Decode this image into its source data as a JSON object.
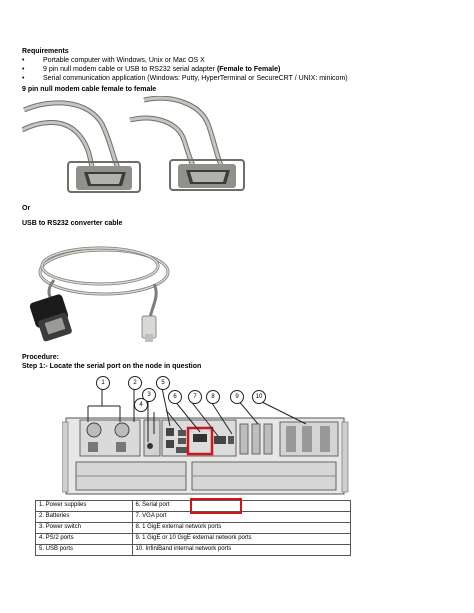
{
  "requirements": {
    "heading": "Requirements",
    "items": [
      {
        "bullet": "•",
        "text": "Portable computer with Windows, Unix or Mac OS X",
        "bold": ""
      },
      {
        "bullet": "•",
        "text": "9 pin null modem cable or USB to RS232 serial adapter ",
        "bold": "(Female to Female)"
      },
      {
        "bullet": "•",
        "text": "Serial communication application (Windows: Putty, HyperTerminal or SecureCRT / UNIX: minicom)",
        "bold": ""
      }
    ]
  },
  "cable_section": {
    "heading": "9 pin null modem cable female to female"
  },
  "or_label": "Or",
  "usb_section": {
    "heading": "USB to RS232 converter cable"
  },
  "procedure": {
    "heading": "Procedure:",
    "step1": "Step 1:- Locate the serial port on the node in question"
  },
  "callouts": [
    "1",
    "2",
    "3",
    "4",
    "5",
    "6",
    "7",
    "8",
    "9",
    "10"
  ],
  "legend": {
    "rows": [
      [
        "1. Power supplies",
        "6. Serial port"
      ],
      [
        "2. Batteries",
        "7. VGA port"
      ],
      [
        "3. Power switch",
        "8. 1 GigE external network ports"
      ],
      [
        "4. PS/2 ports",
        "9. 1 GigE or 10 GigE external network ports"
      ],
      [
        "5. USB ports",
        "10. InfiniBand internal network ports"
      ]
    ]
  },
  "colors": {
    "highlight": "#d0161b",
    "cable": "#b7b7b1",
    "connector": "#8f918b"
  }
}
